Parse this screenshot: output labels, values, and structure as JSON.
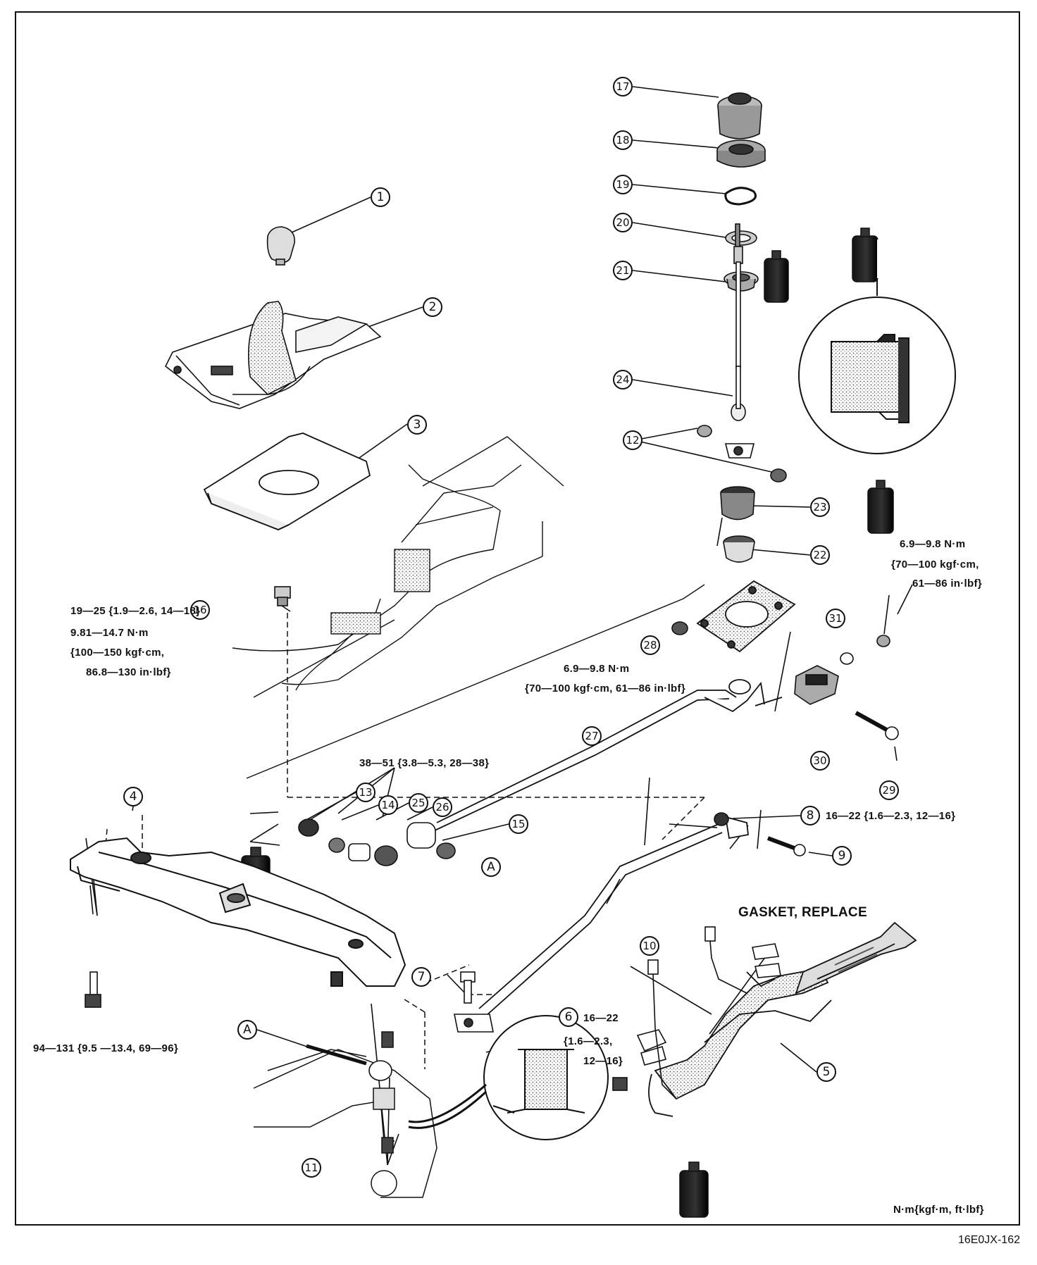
{
  "figure_code": "16E0JX-162",
  "units_note": "N·m{kgf·m, ft·lbf}",
  "gasket_note": "GASKET, REPLACE",
  "torques": {
    "t16a": "19—25 {1.9—2.6, 14—18}",
    "t16b": "9.81—14.7 N·m",
    "t16c": "{100—150 kgf·cm,",
    "t16d": "86.8—130 in·lbf}",
    "t28a": "6.9—9.8 N·m",
    "t28b": "{70—100 kgf·cm, 61—86 in·lbf}",
    "t31a": "6.9—9.8 N·m",
    "t31b": "{70—100 kgf·cm,",
    "t31c": "61—86 in·lbf}",
    "t13": "38—51 {3.8—5.3, 28—38}",
    "t8": "16—22 {1.6—2.3, 12—16}",
    "t6a": "16—22",
    "t6b": "{1.6—2.3,",
    "t6c": "12—16}",
    "t4": "94—131 {9.5 —13.4, 69—96}"
  },
  "callouts": {
    "c1": "1",
    "c2": "2",
    "c3": "3",
    "c4": "4",
    "c5": "5",
    "c6": "6",
    "c7": "7",
    "c8": "8",
    "c9": "9",
    "c10": "10",
    "c11": "11",
    "c12": "12",
    "c13": "13",
    "c14": "14",
    "c15": "15",
    "c16": "16",
    "c17": "17",
    "c18": "18",
    "c19": "19",
    "c20": "20",
    "c21": "21",
    "c22": "22",
    "c23": "23",
    "c24": "24",
    "c25": "25",
    "c26": "26",
    "c27": "27",
    "c28": "28",
    "c29": "29",
    "c30": "30",
    "c31": "31",
    "cA1": "A",
    "cA2": "A"
  },
  "grease_label": "GREASE"
}
